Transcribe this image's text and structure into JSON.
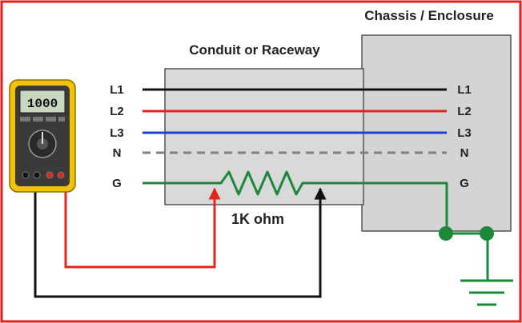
{
  "title_chassis": "Chassis / Enclosure",
  "title_conduit": "Conduit or Raceway",
  "resistor_label": "1K ohm",
  "meter_reading": "1000",
  "wires_left": [
    "L1",
    "L2",
    "L3",
    "N",
    "G"
  ],
  "wires_right": [
    "L1",
    "L2",
    "L3",
    "N",
    "G"
  ],
  "colors": {
    "frame_border": "#e02020",
    "l1": "#111111",
    "l2": "#e3261c",
    "l3": "#1f3fd6",
    "neutral": "#808080",
    "ground": "#1a8a3a",
    "probe_red": "#e3261c",
    "probe_black": "#111111",
    "conduit_fill": "#d9d9d9",
    "chassis_fill": "#d4d4d4",
    "meter_body": "#f2c200"
  }
}
